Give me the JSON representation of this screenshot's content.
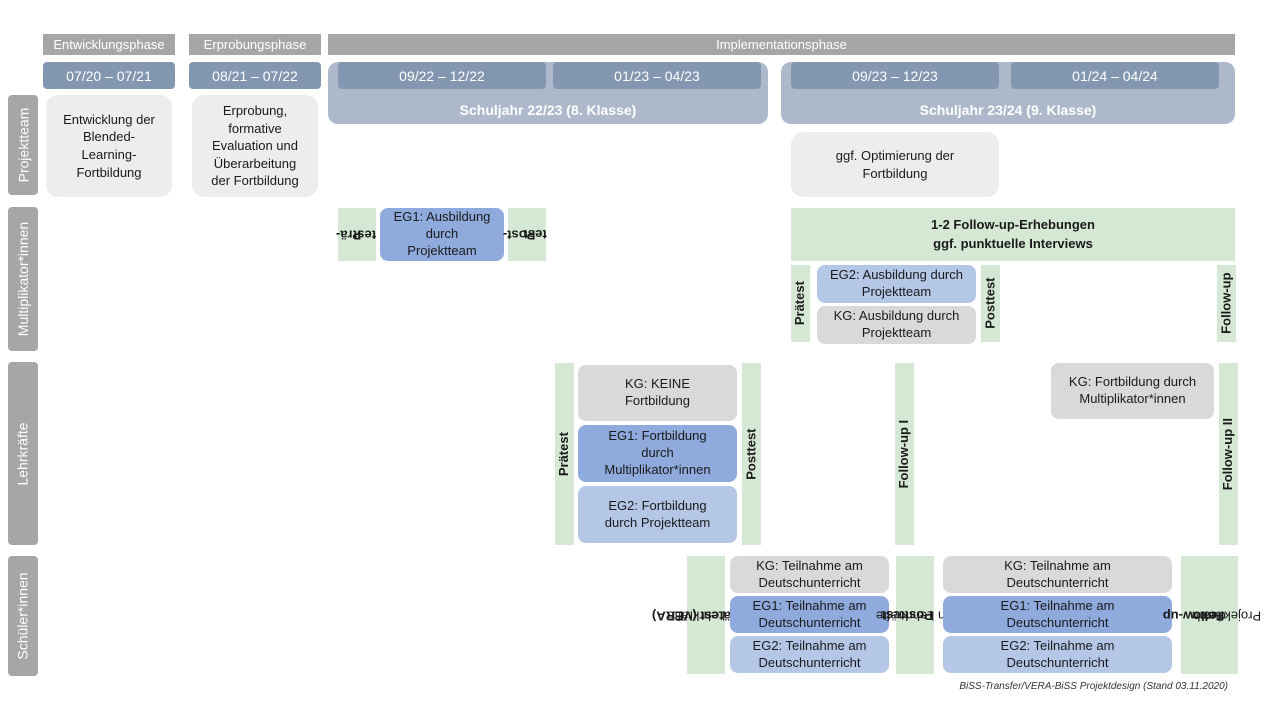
{
  "phases": {
    "entwicklung": "Entwicklungsphase",
    "erprobung": "Erprobungsphase",
    "implementation": "Implementationsphase"
  },
  "dates": {
    "d1": "07/20 – 07/21",
    "d2": "08/21 – 07/22",
    "d3": "09/22 – 12/22",
    "d4": "01/23 – 04/23",
    "d5": "09/23 – 12/23",
    "d6": "01/24 – 04/24"
  },
  "schuljahre": {
    "sj1": "Schuljahr 22/23 (8. Klasse)",
    "sj2": "Schuljahr 23/24 (9. Klasse)"
  },
  "rows": {
    "projektteam": "Projektteam",
    "multiplikatoren": "Multiplikator*innen",
    "lehrkraefte": "Lehrkräfte",
    "schueler": "Schüler*innen"
  },
  "projektteam": {
    "entwicklung": [
      "Entwicklung der",
      "Blended-",
      "Learning-",
      "Fortbildung"
    ],
    "erprobung": [
      "Erprobung,",
      "formative",
      "Evaluation und",
      "Überarbeitung",
      "der Fortbildung"
    ],
    "optimierung": [
      "ggf. Optimierung der",
      "Fortbildung"
    ]
  },
  "multiplikatoren": {
    "praetest1": [
      "Prä-",
      "test"
    ],
    "eg1": [
      "EG1: Ausbildung",
      "durch",
      "Projektteam"
    ],
    "posttest1": [
      "Post-",
      "test"
    ],
    "followup_title": [
      "1-2 Follow-up-Erhebungen",
      "ggf. punktuelle Interviews"
    ],
    "praetest2": "Prätest",
    "eg2": [
      "EG2: Ausbildung durch",
      "Projektteam"
    ],
    "kg": [
      "KG: Ausbildung durch",
      "Projektteam"
    ],
    "posttest2": "Posttest",
    "followup": "Follow-up"
  },
  "lehrkraefte": {
    "praetest": "Prätest",
    "kg": [
      "KG: KEINE",
      "Fortbildung"
    ],
    "eg1": [
      "EG1: Fortbildung",
      "durch",
      "Multiplikator*innen"
    ],
    "eg2": [
      "EG2: Fortbildung",
      "durch Projektteam"
    ],
    "posttest": "Posttest",
    "followup1": "Follow-up I",
    "kg2": [
      "KG: Fortbildung durch",
      "Multiplikator*innen"
    ],
    "followup2": "Follow-up II"
  },
  "schueler": {
    "praetest": [
      "Prätest (VERA)",
      "durch Lehrkräfte"
    ],
    "kg1": [
      "KG: Teilnahme am",
      "Deutschunterricht"
    ],
    "eg1_1": [
      "EG1: Teilnahme am",
      "Deutschunterricht"
    ],
    "eg2_1": [
      "EG2: Teilnahme am",
      "Deutschunterricht"
    ],
    "posttest": [
      "Posttest",
      "durch Lehrkräfte"
    ],
    "kg2": [
      "KG: Teilnahme am",
      "Deutschunterricht"
    ],
    "eg1_2": [
      "EG1: Teilnahme am",
      "Deutschunterricht"
    ],
    "eg2_2": [
      "EG2: Teilnahme am",
      "Deutschunterricht"
    ],
    "followup": [
      "Follow-up",
      "durch",
      "Projektteam"
    ]
  },
  "footer": "BiSS-Transfer/VERA-BiSS Projektdesign (Stand 03.11.2020)",
  "colors": {
    "phase": "#a6a6a6",
    "date": "#8497b0",
    "schuljahr": "#adb9ca",
    "green": "#d5e8d4",
    "blue": "#8faadc",
    "light_blue": "#b4c7e7",
    "gray": "#ededed",
    "mid_gray": "#d9d9d9"
  }
}
